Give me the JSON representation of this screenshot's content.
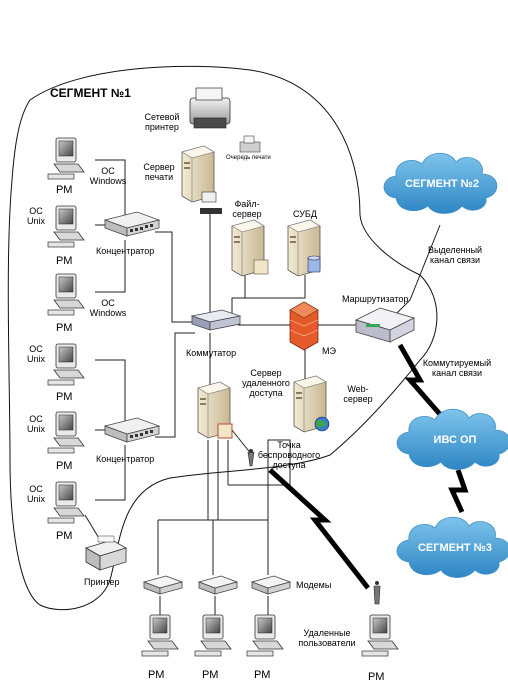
{
  "segment1": {
    "title": "СЕГМЕНТ №1"
  },
  "clouds": {
    "seg2": "СЕГМЕНТ №2",
    "ivs": "ИВС ОП",
    "seg3": "СЕГМЕНТ №3"
  },
  "network": {
    "net_printer": [
      "Сетевой",
      "принтер"
    ],
    "print_queue": "Очередь печати",
    "print_server": [
      "Сервер",
      "печати"
    ],
    "file_server": [
      "Файл-",
      "сервер"
    ],
    "dbms": "СУБД",
    "switch": "Коммутатор",
    "hub_top": "Концентратор",
    "hub_bottom": "Концентратор",
    "router": "Маршрутизатор",
    "firewall": "МЭ",
    "remote_server": [
      "Сервер",
      "удаленного",
      "доступа"
    ],
    "web_server": [
      "Web-",
      "сервер"
    ],
    "access_point": [
      "Точка",
      "беспроводного",
      "доступа"
    ],
    "dedicated_channel": [
      "Выделенный",
      "канал связи"
    ],
    "switched_channel": [
      "Коммутируемый",
      "канал связи"
    ],
    "printer": "Принтер",
    "modems": "Модемы",
    "remote_users": [
      "Удаленные",
      "пользователи"
    ]
  },
  "workstations": {
    "pm": "РМ",
    "os_windows": [
      "ОС",
      "Windows"
    ],
    "os_unix": [
      "ОС",
      "Unix"
    ]
  }
}
